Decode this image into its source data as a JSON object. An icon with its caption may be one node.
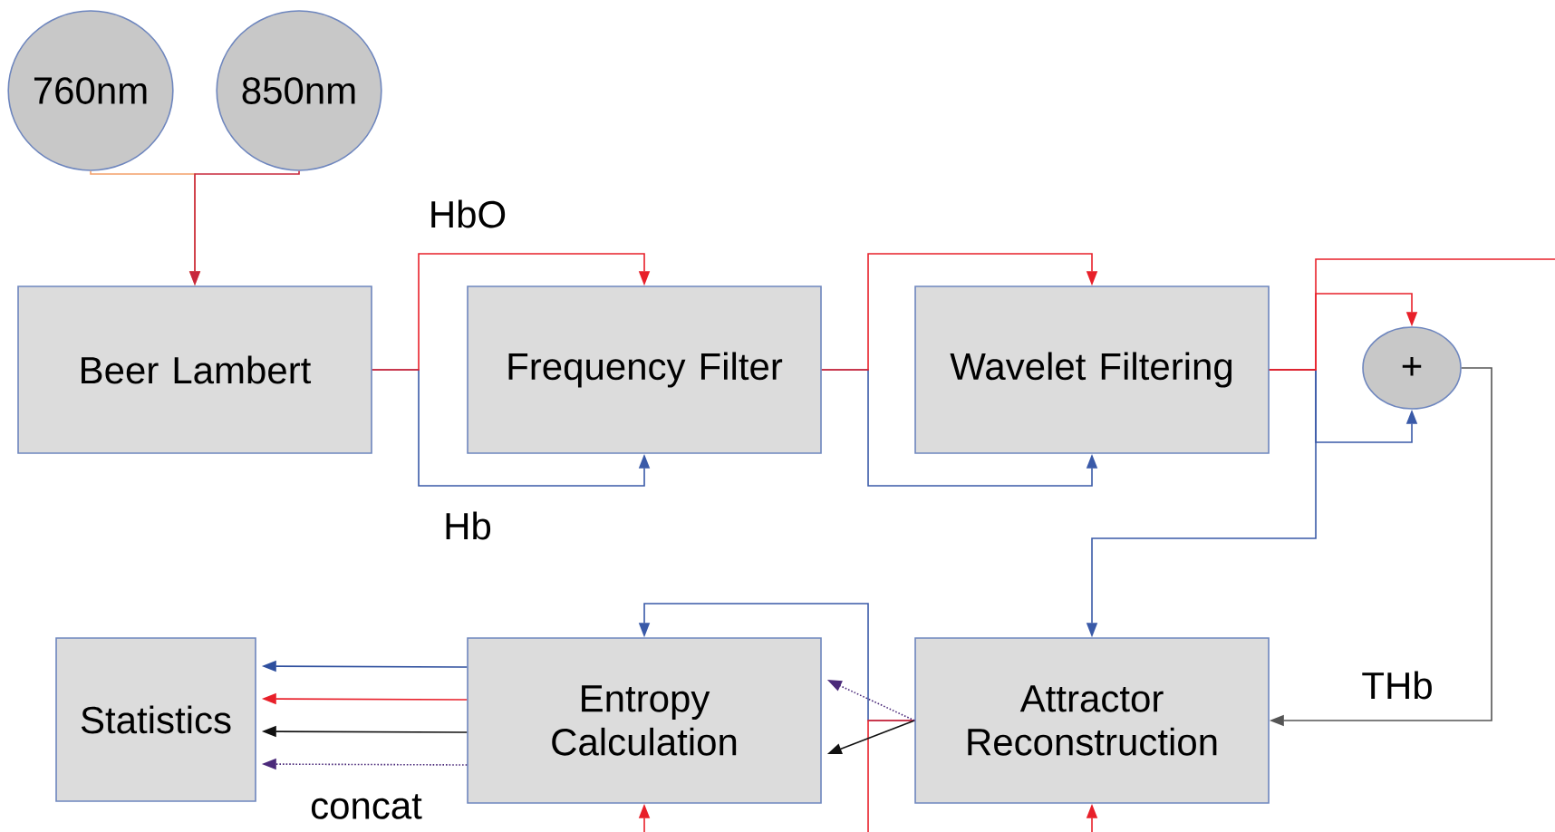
{
  "diagram": {
    "nodes": [
      {
        "text": [
          "760nm"
        ]
      },
      {
        "text": [
          "850nm"
        ]
      },
      {
        "text": [
          "Beer Lambert"
        ]
      },
      {
        "text": [
          "Frequency Filter"
        ]
      },
      {
        "text": [
          "Wavelet Filtering"
        ]
      },
      {
        "text": [
          "+"
        ]
      },
      {
        "text": [
          "Statistics"
        ]
      },
      {
        "text": [
          "Entropy Calculation"
        ]
      },
      {
        "text": [
          "Attractor Reconstruction"
        ]
      }
    ],
    "edges": [
      {
        "from": 0,
        "to": 2,
        "arrow": "to",
        "color": "#f4a06a"
      },
      {
        "from": 1,
        "to": 2,
        "arrow": "to",
        "color": "#c8283c"
      },
      {
        "from": 2,
        "to": 3,
        "arrow": "to",
        "label": "HbO",
        "color": "#e8202a"
      },
      {
        "from": 2,
        "to": 3,
        "arrow": "to",
        "label": "Hb",
        "color": "#3a5aa8"
      },
      {
        "from": 3,
        "to": 4,
        "arrow": "to",
        "color": "#e8202a"
      },
      {
        "from": 3,
        "to": 4,
        "arrow": "to",
        "color": "#3a5aa8"
      },
      {
        "from": 4,
        "to": 5,
        "arrow": "to",
        "color": "#e8202a"
      },
      {
        "from": 4,
        "to": 5,
        "arrow": "to",
        "color": "#3a5aa8"
      },
      {
        "from": 4,
        "to": null,
        "arrow": "none",
        "color": "#e8202a"
      },
      {
        "from": 4,
        "to": 8,
        "arrow": "to",
        "color": "#3a5aa8"
      },
      {
        "from": 5,
        "to": 8,
        "arrow": "to",
        "label": "THb",
        "color": "#555555"
      },
      {
        "from": 8,
        "to": 7,
        "arrow": "to",
        "color": "#111111"
      },
      {
        "from": 8,
        "to": 7,
        "arrow": "to",
        "style": "dashed",
        "color": "#4b2a7a"
      },
      {
        "from": 8,
        "to": 7,
        "arrow": "to",
        "color": "#3a5aa8"
      },
      {
        "from": 8,
        "to": null,
        "arrow": "none",
        "color": "#e8202a"
      },
      {
        "from": null,
        "to": 7,
        "arrow": "to",
        "color": "#e8202a"
      },
      {
        "from": null,
        "to": 8,
        "arrow": "to",
        "color": "#e8202a"
      },
      {
        "from": 7,
        "to": 6,
        "arrow": "to",
        "color": "#2e4f9e"
      },
      {
        "from": 7,
        "to": 6,
        "arrow": "to",
        "color": "#e8202a"
      },
      {
        "from": 7,
        "to": 6,
        "arrow": "to",
        "color": "#111111"
      },
      {
        "from": 7,
        "to": 6,
        "arrow": "to",
        "style": "dashed",
        "label": "concat",
        "color": "#4b2a7a"
      }
    ]
  }
}
